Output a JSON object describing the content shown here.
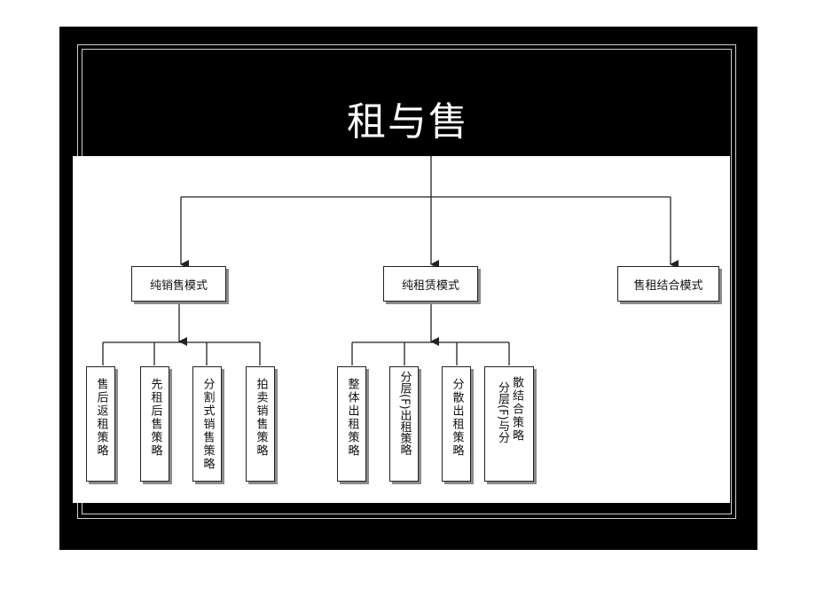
{
  "title": "租与售",
  "level1": [
    {
      "label": "纯销售模式"
    },
    {
      "label": "纯租赁模式"
    },
    {
      "label": "售租结合模式"
    }
  ],
  "sale_strategies": [
    {
      "label": "售后返租策略"
    },
    {
      "label": "先租后售策略"
    },
    {
      "label": "分割式销售策略"
    },
    {
      "label": "拍卖销售策略"
    }
  ],
  "lease_strategies": [
    {
      "label": "整体出租策略"
    },
    {
      "label": "分层(F)出租策略"
    },
    {
      "label": "分散出租策略"
    },
    {
      "label": "散结合策略",
      "extra": "分层(F)与分"
    }
  ],
  "colors": {
    "slide_bg": "#000000",
    "canvas_bg": "#ffffff",
    "line": "#222222",
    "shadow": "#8a8a8a"
  }
}
